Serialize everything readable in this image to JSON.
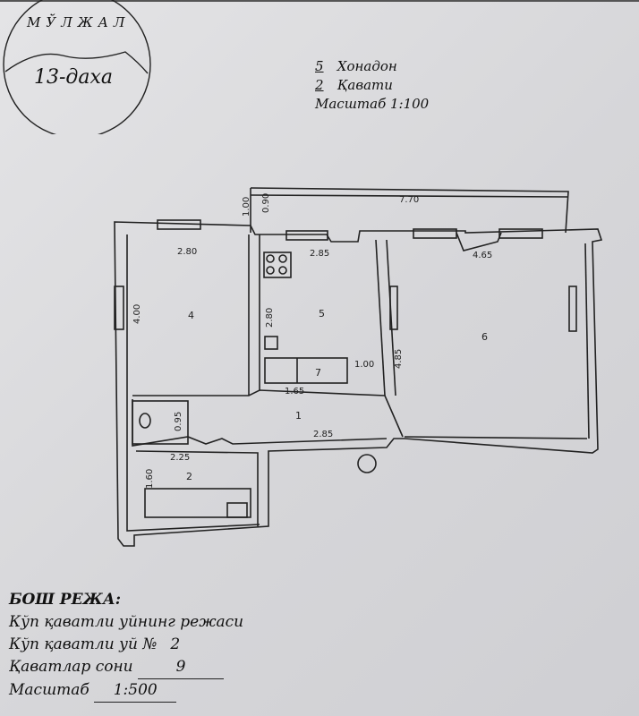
{
  "stamp": {
    "arc_text": "МЎЛЖАЛ",
    "title": "13-даха"
  },
  "info": {
    "apartment_num": "5",
    "apartment_label": "Хонадон",
    "floor_num": "2",
    "floor_label": "Қавати",
    "scale_label": "Масштаб 1:100"
  },
  "plan": {
    "balcony_length": "7.70",
    "balcony_depth_1": "1.00",
    "balcony_depth_2": "0.90",
    "rooms": [
      {
        "id": "1",
        "label": "1"
      },
      {
        "id": "2",
        "label": "2"
      },
      {
        "id": "4",
        "label": "4"
      },
      {
        "id": "5",
        "label": "5"
      },
      {
        "id": "6",
        "label": "6"
      },
      {
        "id": "7",
        "label": "7"
      }
    ],
    "dims": {
      "r4_width": "2.80",
      "r4_height": "4.00",
      "r5_width": "2.85",
      "r5_height": "2.80",
      "r6_width": "4.65",
      "r6_height": "4.85",
      "r7_width": "1.00",
      "r7_bottom": "1.65",
      "r1_width": "2.85",
      "wc_height": "0.95",
      "r2_width": "2.25",
      "r2_height": "1.60"
    }
  },
  "legend": {
    "title": "БОШ РЕЖА:",
    "line1": "Кўп қаватли уйнинг режаси",
    "house_label": "Кўп қаватли уй №",
    "house_num": "2",
    "floors_label": "Қаватлар сони",
    "floors_num": "9",
    "scale_label": "Масштаб",
    "scale_value": "1:500"
  }
}
